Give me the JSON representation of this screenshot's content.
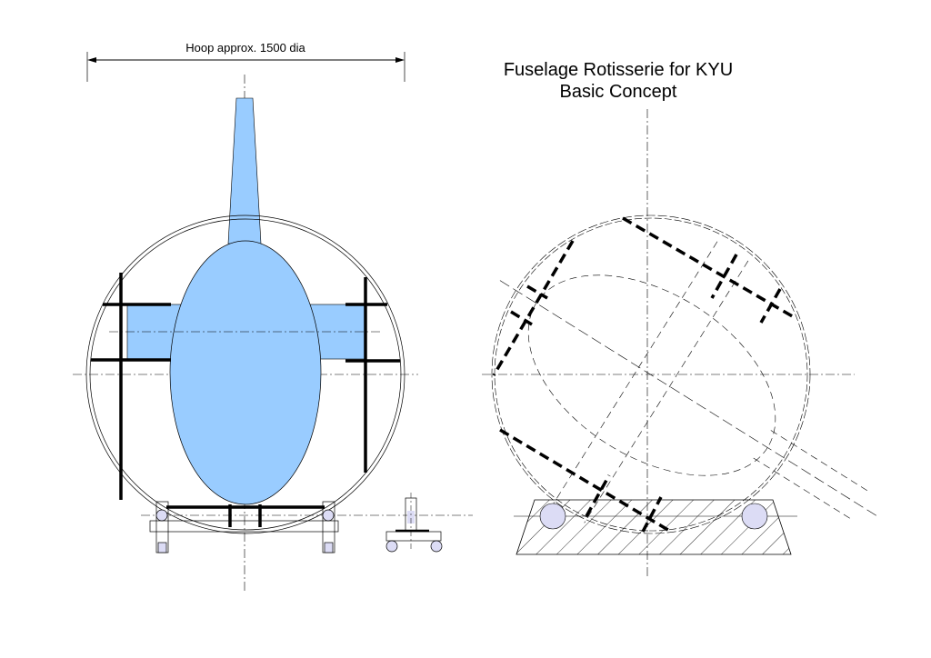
{
  "title": {
    "line1": "Fuselage Rotisserie for KYU",
    "line2": "Basic Concept"
  },
  "dimension": {
    "label": "Hoop approx. 1500 dia"
  },
  "colors": {
    "fuselage": "#99ccff",
    "wheel": "#dcdcf5",
    "line": "#000000"
  }
}
